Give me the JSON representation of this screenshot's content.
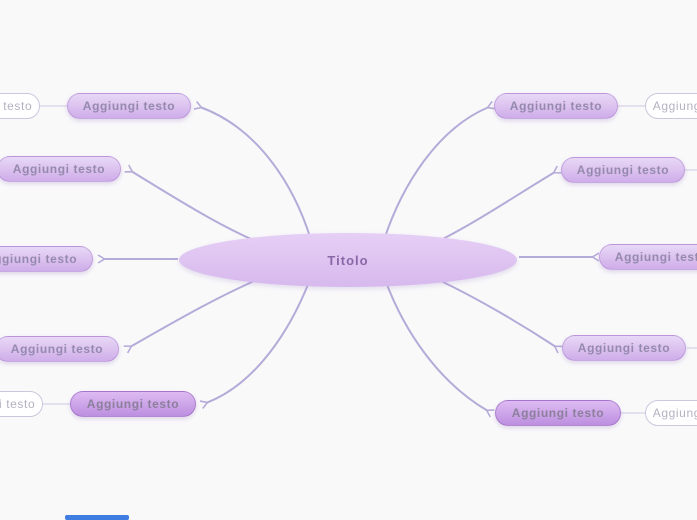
{
  "app": {
    "background": "#f9f9fa",
    "language": "it"
  },
  "colors": {
    "branch_line": "#b5abd8",
    "child_link_line": "#ddd8ea",
    "node_fill_top": "#e8d8f6",
    "node_fill_bottom": "#cfade9",
    "node_fill_dark_top": "#ddbbf2",
    "node_fill_dark_bottom": "#bd8fe0",
    "node_text": "#9589ad",
    "root_fill_top": "#e6cff5",
    "root_fill_bottom": "#d7b9ed",
    "root_text": "#8a68a8",
    "ghost_border": "#ccc7db",
    "ghost_text": "#b4b1c2",
    "scrollbar_thumb": "#3f7de0"
  },
  "mindmap": {
    "root": {
      "label": "Titolo"
    },
    "branches": [
      {
        "id": "left-1",
        "side": "left",
        "label": "Aggiungi testo"
      },
      {
        "id": "left-2",
        "side": "left",
        "label": "Aggiungi testo"
      },
      {
        "id": "left-3",
        "side": "left",
        "label": "Aggiungi testo"
      },
      {
        "id": "left-4",
        "side": "left",
        "label": "Aggiungi testo"
      },
      {
        "id": "left-5",
        "side": "left",
        "label": "Aggiungi testo"
      },
      {
        "id": "right-1",
        "side": "right",
        "label": "Aggiungi testo"
      },
      {
        "id": "right-2",
        "side": "right",
        "label": "Aggiungi testo"
      },
      {
        "id": "right-3",
        "side": "right",
        "label": "Aggiungi testo"
      },
      {
        "id": "right-4",
        "side": "right",
        "label": "Aggiungi testo"
      },
      {
        "id": "right-5",
        "side": "right",
        "label": "Aggiungi testo"
      }
    ],
    "ghosts": [
      {
        "id": "ghost-left-top",
        "label": "Aggiungi testo"
      },
      {
        "id": "ghost-left-bottom",
        "label": "Aggiungi testo"
      },
      {
        "id": "ghost-right-top",
        "label": "Aggiungi testo"
      },
      {
        "id": "ghost-right-bottom",
        "label": "Aggiungi testo"
      }
    ]
  }
}
